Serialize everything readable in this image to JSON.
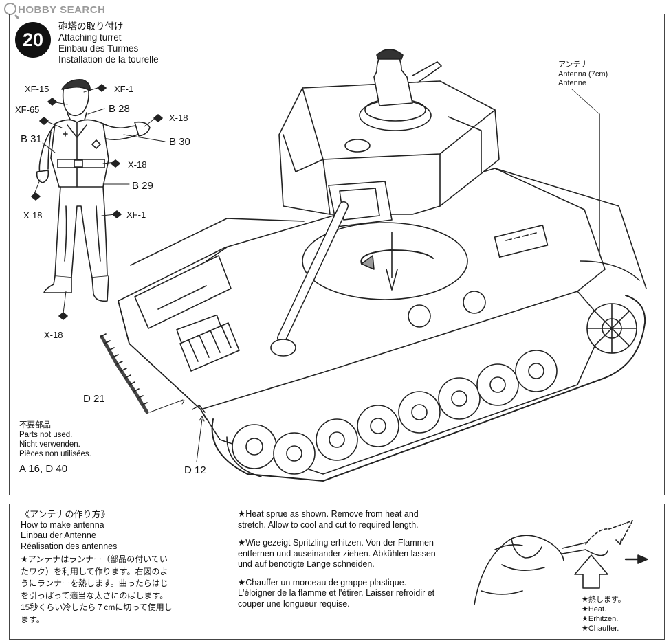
{
  "watermark": {
    "text": "HOBBY SEARCH"
  },
  "step": {
    "number": "20",
    "title_jp": "砲塔の取り付け",
    "title_en": "Attaching turret",
    "title_de": "Einbau des Turmes",
    "title_fr": "Installation de la tourelle"
  },
  "figure_callouts": {
    "xf15": "XF-15",
    "xf1_top": "XF-1",
    "xf65": "XF-65",
    "b28": "B 28",
    "x18_right_top": "X-18",
    "b31": "B 31",
    "b30": "B 30",
    "x18_mid": "X-18",
    "b29": "B 29",
    "x18_left": "X-18",
    "xf1_bottom": "XF-1",
    "x18_bottom": "X-18"
  },
  "part_labels": {
    "d21": "D 21",
    "d12": "D 12"
  },
  "antenna_note": {
    "jp": "アンテナ",
    "en": "Antenna (7cm)",
    "de": "Antenne"
  },
  "unused_parts": {
    "jp": "不要部品",
    "en": "Parts not used.",
    "de": "Nicht verwenden.",
    "fr": "Pièces non utilisées.",
    "parts": "A 16, D 40"
  },
  "antenna_howto": {
    "title_jp": "《アンテナの作り方》",
    "title_en": "How to make antenna",
    "title_de": "Einbau der Antenne",
    "title_fr": "Réalisation des antennes",
    "body_jp_1": "★アンテナはランナー（部品の付いてい",
    "body_jp_2": "たワク）を利用して作ります。右図のよ",
    "body_jp_3": "うにランナーを熱します。曲ったらはじ",
    "body_jp_4": "を引っぱって適当な太さにのばします。",
    "body_jp_5": "15秒くらい冷したら７cmに切って使用し",
    "body_jp_6": "ます。"
  },
  "instructions": {
    "en": "★Heat sprue as shown. Remove from heat and stretch. Allow to cool and cut to required length.",
    "de": "★Wie gezeigt Spritzling erhitzen. Von der Flammen entfernen und auseinander ziehen. Abkühlen lassen und auf benötigte Länge schneiden.",
    "fr": "★Chauffer un morceau de grappe plastique. L'éloigner de la flamme et l'étirer. Laisser refroidir et couper une longueur requise."
  },
  "heat_notes": {
    "jp": "★熱します。",
    "en": "★Heat.",
    "de": "★Erhitzen.",
    "fr": "★Chauffer."
  }
}
